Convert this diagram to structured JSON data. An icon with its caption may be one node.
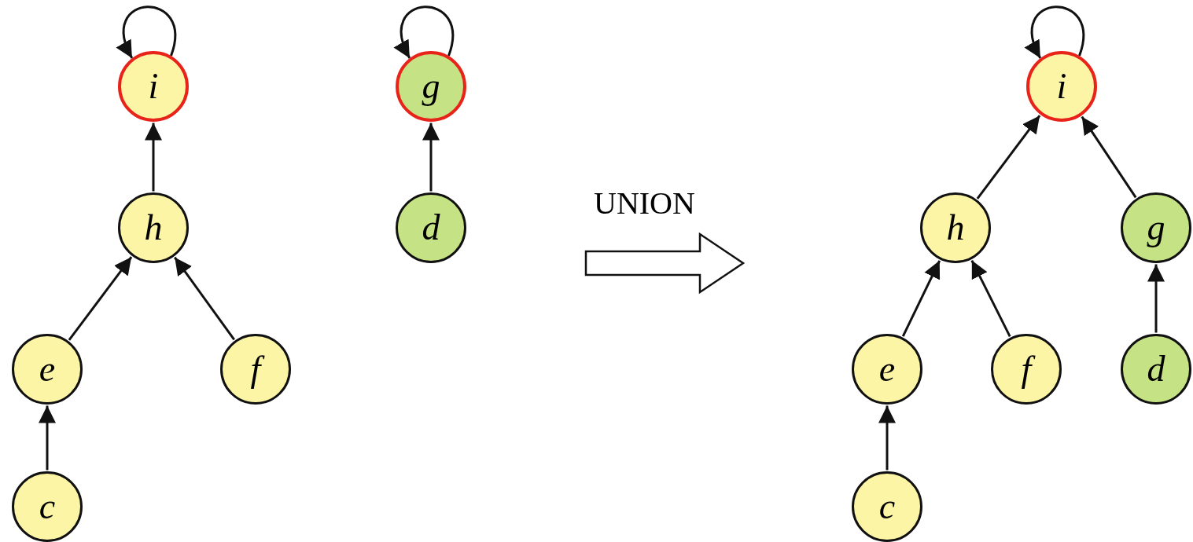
{
  "diagram": {
    "nodes": [
      {
        "text": [
          "i"
        ]
      },
      {
        "text": [
          "h"
        ]
      },
      {
        "text": [
          "e"
        ]
      },
      {
        "text": [
          "f"
        ]
      },
      {
        "text": [
          "c"
        ]
      },
      {
        "text": [
          "g"
        ]
      },
      {
        "text": [
          "d"
        ]
      },
      {
        "text": [
          "i"
        ]
      },
      {
        "text": [
          "h"
        ]
      },
      {
        "text": [
          "g"
        ]
      },
      {
        "text": [
          "e"
        ]
      },
      {
        "text": [
          "f"
        ]
      },
      {
        "text": [
          "d"
        ]
      },
      {
        "text": [
          "c"
        ]
      }
    ],
    "edges": [
      {
        "from": 0,
        "to": 0,
        "arrow": "to"
      },
      {
        "from": 1,
        "to": 0,
        "arrow": "to"
      },
      {
        "from": 2,
        "to": 1,
        "arrow": "to"
      },
      {
        "from": 3,
        "to": 1,
        "arrow": "to"
      },
      {
        "from": 4,
        "to": 2,
        "arrow": "to"
      },
      {
        "from": 5,
        "to": 5,
        "arrow": "to"
      },
      {
        "from": 6,
        "to": 5,
        "arrow": "to"
      },
      {
        "from": 7,
        "to": 7,
        "arrow": "to"
      },
      {
        "from": 8,
        "to": 7,
        "arrow": "to"
      },
      {
        "from": 9,
        "to": 7,
        "arrow": "to"
      },
      {
        "from": 10,
        "to": 8,
        "arrow": "to"
      },
      {
        "from": 11,
        "to": 8,
        "arrow": "to"
      },
      {
        "from": 12,
        "to": 9,
        "arrow": "to"
      },
      {
        "from": 13,
        "to": 10,
        "arrow": "to"
      }
    ],
    "labels": [
      "UNION"
    ]
  }
}
